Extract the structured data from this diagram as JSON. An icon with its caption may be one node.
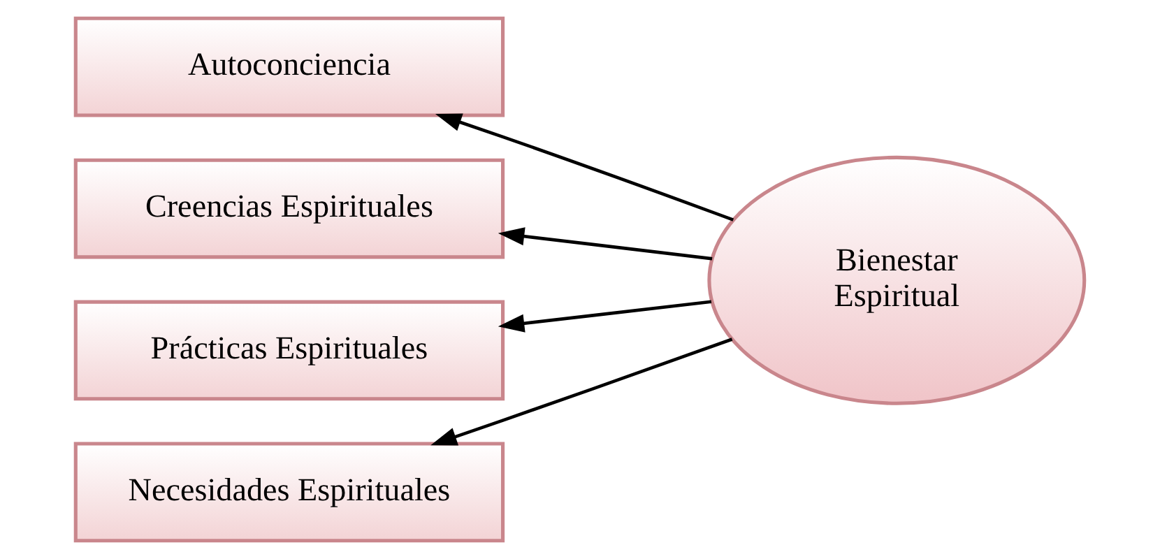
{
  "diagram": {
    "nodes": [
      {
        "text": [
          "Autoconciencia"
        ]
      },
      {
        "text": [
          "Creencias Espirituales"
        ]
      },
      {
        "text": [
          "Prácticas Espirituales"
        ]
      },
      {
        "text": [
          "Necesidades Espirituales"
        ]
      },
      {
        "text": [
          "Bienestar Espiritual"
        ]
      }
    ],
    "edges": [
      {
        "from": 4,
        "to": 0,
        "arrow": "to"
      },
      {
        "from": 4,
        "to": 1,
        "arrow": "to"
      },
      {
        "from": 4,
        "to": 2,
        "arrow": "to"
      },
      {
        "from": 4,
        "to": 3,
        "arrow": "to"
      }
    ]
  }
}
